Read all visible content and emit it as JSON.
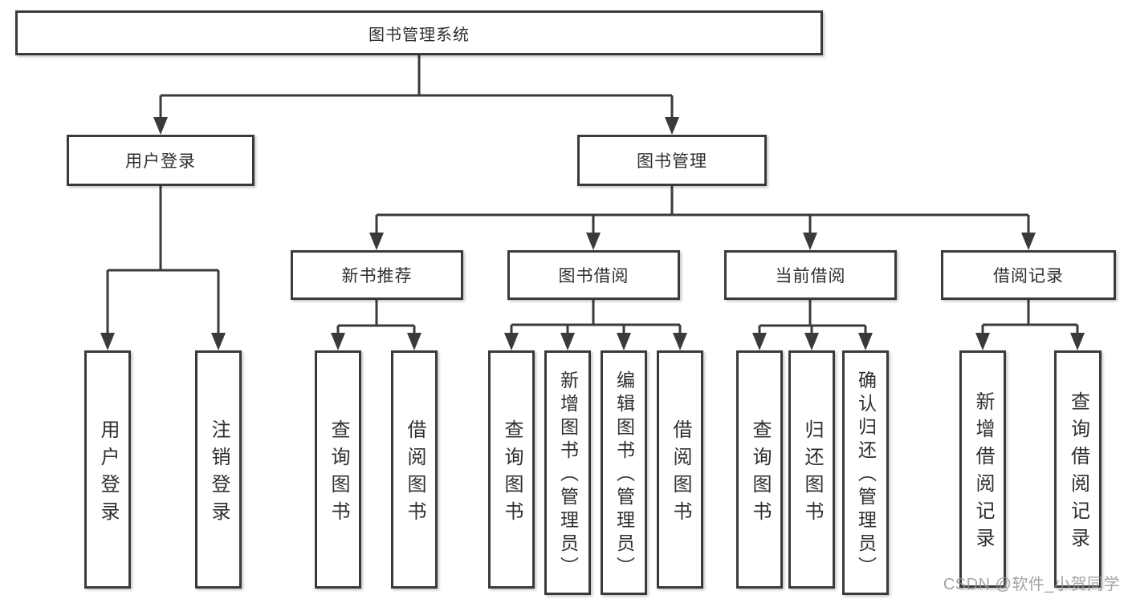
{
  "diagram": {
    "root": "图书管理系统",
    "user_branch": {
      "label": "用户登录",
      "children": [
        "用户登录",
        "注销登录"
      ]
    },
    "book_branch": {
      "label": "图书管理",
      "groups": [
        {
          "label": "新书推荐",
          "children": [
            "查询图书",
            "借阅图书"
          ]
        },
        {
          "label": "图书借阅",
          "children": [
            "查询图书",
            "新增图书（管理员）",
            "编辑图书（管理员）",
            "借阅图书"
          ]
        },
        {
          "label": "当前借阅",
          "children": [
            "查询图书",
            "归还图书",
            "确认归还（管理员）"
          ]
        },
        {
          "label": "借阅记录",
          "children": [
            "新增借阅记录",
            "查询借阅记录"
          ]
        }
      ]
    }
  },
  "watermark": "CSDN @软件_小贺同学",
  "colors": {
    "line": "#3a3a3a",
    "box_border": "#3a3a3a",
    "text": "#2f2f2f",
    "watermark": "#949494",
    "background": "#ffffff"
  }
}
